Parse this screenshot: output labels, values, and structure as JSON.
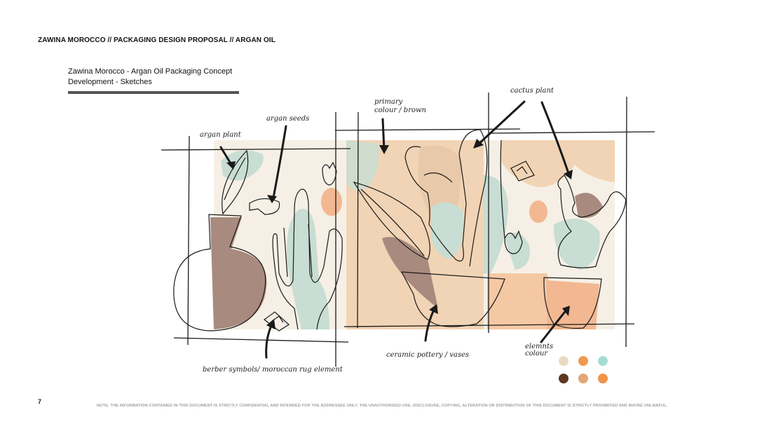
{
  "header": {
    "title": "ZAWINA MOROCCO  // PACKAGING DESIGN PROPOSAL // ARGAN OIL"
  },
  "subtitle": {
    "line1": "Zawina Morocco - Argan Oil Packaging Concept",
    "line2": "Development - Sketches"
  },
  "annotations": {
    "argan_plant": "argan plant",
    "argan_seeds": "argan seeds",
    "primary_colour_line1": "primary",
    "primary_colour_line2": "colour / brown",
    "cactus_plant": "cactus plant",
    "berber_symbols": "berber symbols/ moroccan rug element",
    "ceramic_pottery": "ceramic pottery / vases",
    "elements_colour_line1": "elemnts",
    "elements_colour_line2": "colour"
  },
  "palette": {
    "swatches": [
      "#ead9c2",
      "#ef9a4f",
      "#a7dcd2",
      "#5c3721",
      "#e1a679",
      "#ef9448"
    ],
    "panel_cream": "#f6efe5",
    "panel_peach": "#f1d4b5",
    "sage": "#c8ddd3",
    "brown": "#a88b7e"
  },
  "footer": {
    "page_number": "7",
    "disclaimer": "NOTE: THE INFORMATION CONTAINED IN THIS DOCUMENT IS STRICTLY CONFIDENTIAL AND INTENDED FOR THE ADDRESSEE ONLY. THE UNAUTHORISED USE, DISCLOSURE, COPYING, ALTERATION OR DISTRIBUTION OF THIS DOCUMENT IS STRICTLY PROHIBITED AND MAYBE UNLAWFUL."
  }
}
